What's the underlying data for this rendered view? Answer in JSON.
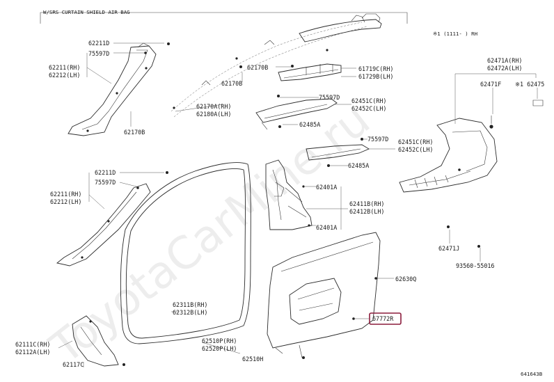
{
  "frame_header": "W/SRS CURTAIN SHIELD AIR BAG",
  "note_rh": "※1 (1111-   ) RH",
  "watermark": "ToyotaCarMine.ru",
  "diagram_code": "641643B",
  "labels": {
    "l62211d_top": "62211D",
    "l75597d_top": "75597D",
    "l62211rh_top": "62211(RH)",
    "l62212lh_top": "62212(LH)",
    "l62170b_a": "62170B",
    "l62170b_b": "62170B",
    "l62170b_c": "62170B",
    "l62170a": "62170A(RH)",
    "l62180a": "62180A(LH)",
    "l61719c": "61719C(RH)",
    "l61729b": "61729B(LH)",
    "l75597d_mid": "75597D",
    "l62451c_a": "62451C(RH)",
    "l62452c_a": "62452C(LH)",
    "l62485a_a": "62485A",
    "l75597d_low": "75597D",
    "l62451c_b": "62451C(RH)",
    "l62452c_b": "62452C(LH)",
    "l62485a_b": "62485A",
    "l62401a_a": "62401A",
    "l62411b": "62411B(RH)",
    "l62412b": "62412B(LH)",
    "l62401a_b": "62401A",
    "l62211d_low": "62211D",
    "l75597d_left": "75597D",
    "l62211rh_low": "62211(RH)",
    "l62212lh_low": "62212(LH)",
    "l62311b": "62311B(RH)",
    "l62312b": "62312B(LH)",
    "l62510p": "62510P(RH)",
    "l62520p": "62520P(LH)",
    "l62510h": "62510H",
    "l62630q": "62630Q",
    "l67772r": "67772R",
    "l62111c": "62111C(RH)",
    "l62112a": "62112A(LH)",
    "l62117c": "62117C",
    "l62471a": "62471A(RH)",
    "l62472a": "62472A(LH)",
    "l62471f": "62471F",
    "l62475": "※1 62475",
    "l62471j": "62471J",
    "l93560": "93560-55016"
  },
  "highlight_color": "#8b1c3c"
}
